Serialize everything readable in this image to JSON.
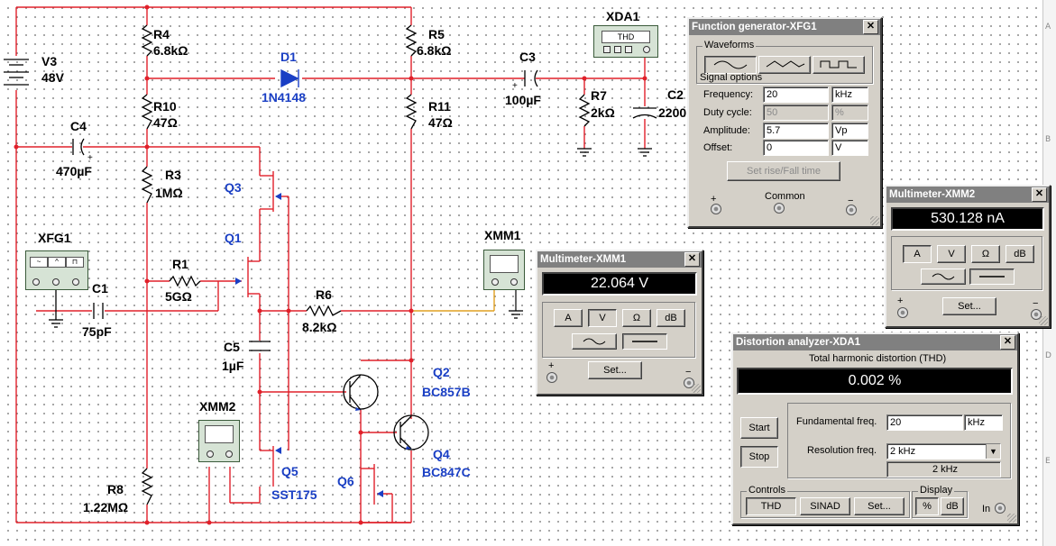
{
  "components": {
    "v3": {
      "name": "V3",
      "value": "48V"
    },
    "r4": {
      "name": "R4",
      "value": "6.8kΩ"
    },
    "d1": {
      "name": "D1",
      "value": "1N4148"
    },
    "r5": {
      "name": "R5",
      "value": "6.8kΩ"
    },
    "c3": {
      "name": "C3",
      "value": "100µF"
    },
    "xda1": {
      "name": "XDA1",
      "screen": "THD"
    },
    "r10": {
      "name": "R10",
      "value": "47Ω"
    },
    "r11": {
      "name": "R11",
      "value": "47Ω"
    },
    "r7": {
      "name": "R7",
      "value": "2kΩ"
    },
    "c2": {
      "name": "C2",
      "value": "2200"
    },
    "c4": {
      "name": "C4",
      "value": "470µF"
    },
    "r3": {
      "name": "R3",
      "value": "1MΩ"
    },
    "q3": {
      "name": "Q3"
    },
    "q1": {
      "name": "Q1"
    },
    "xfg1": {
      "name": "XFG1"
    },
    "r1": {
      "name": "R1",
      "value": "5GΩ"
    },
    "c1": {
      "name": "C1",
      "value": "75pF"
    },
    "r6": {
      "name": "R6",
      "value": "8.2kΩ"
    },
    "xmm1": {
      "name": "XMM1"
    },
    "c5": {
      "name": "C5",
      "value": "1µF"
    },
    "q2": {
      "name": "Q2",
      "value": "BC857B"
    },
    "q4": {
      "name": "Q4",
      "value": "BC847C"
    },
    "xmm2": {
      "name": "XMM2"
    },
    "q5": {
      "name": "Q5",
      "value": "SST175"
    },
    "q6": {
      "name": "Q6"
    },
    "r8": {
      "name": "R8",
      "value": "1.22MΩ"
    }
  },
  "ruler": [
    "A",
    "B",
    "C",
    "D",
    "E"
  ],
  "function_generator": {
    "title": "Function generator-XFG1",
    "waveforms_label": "Waveforms",
    "signal_options_label": "Signal options",
    "rows": [
      {
        "label": "Frequency:",
        "value": "20",
        "unit": "kHz",
        "disabled": false
      },
      {
        "label": "Duty cycle:",
        "value": "50",
        "unit": "%",
        "disabled": true
      },
      {
        "label": "Amplitude:",
        "value": "5.7",
        "unit": "Vp",
        "disabled": false
      },
      {
        "label": "Offset:",
        "value": "0",
        "unit": "V",
        "disabled": false
      }
    ],
    "rise_fall_button": "Set rise/Fall time",
    "plus": "+",
    "common": "Common",
    "minus": "−",
    "selected_waveform": "sine"
  },
  "multimeter2": {
    "title": "Multimeter-XMM2",
    "reading": "530.128 nA",
    "buttons": [
      "A",
      "V",
      "Ω",
      "dB"
    ],
    "selected": "A",
    "set_label": "Set...",
    "plus": "+",
    "minus": "−"
  },
  "multimeter1": {
    "title": "Multimeter-XMM1",
    "reading": "22.064 V",
    "buttons": [
      "A",
      "V",
      "Ω",
      "dB"
    ],
    "selected": "V",
    "set_label": "Set...",
    "plus": "+",
    "minus": "−"
  },
  "distortion": {
    "title": "Distortion analyzer-XDA1",
    "thd_label": "Total harmonic distortion (THD)",
    "reading": "0.002 %",
    "start": "Start",
    "stop": "Stop",
    "fund_label": "Fundamental freq.",
    "fund_value": "20",
    "fund_unit": "kHz",
    "res_label": "Resolution freq.",
    "res_value": "2 kHz",
    "res_readout": "2 kHz",
    "controls_label": "Controls",
    "display_label": "Display",
    "thd_btn": "THD",
    "sinad_btn": "SINAD",
    "set_btn": "Set...",
    "pct_btn": "%",
    "db_btn": "dB",
    "in_label": "In"
  },
  "colors": {
    "wire": "#e0202a",
    "probe_wire": "#e0a020",
    "title_bar": "#808080",
    "label_blue": "#1a3fc4"
  }
}
